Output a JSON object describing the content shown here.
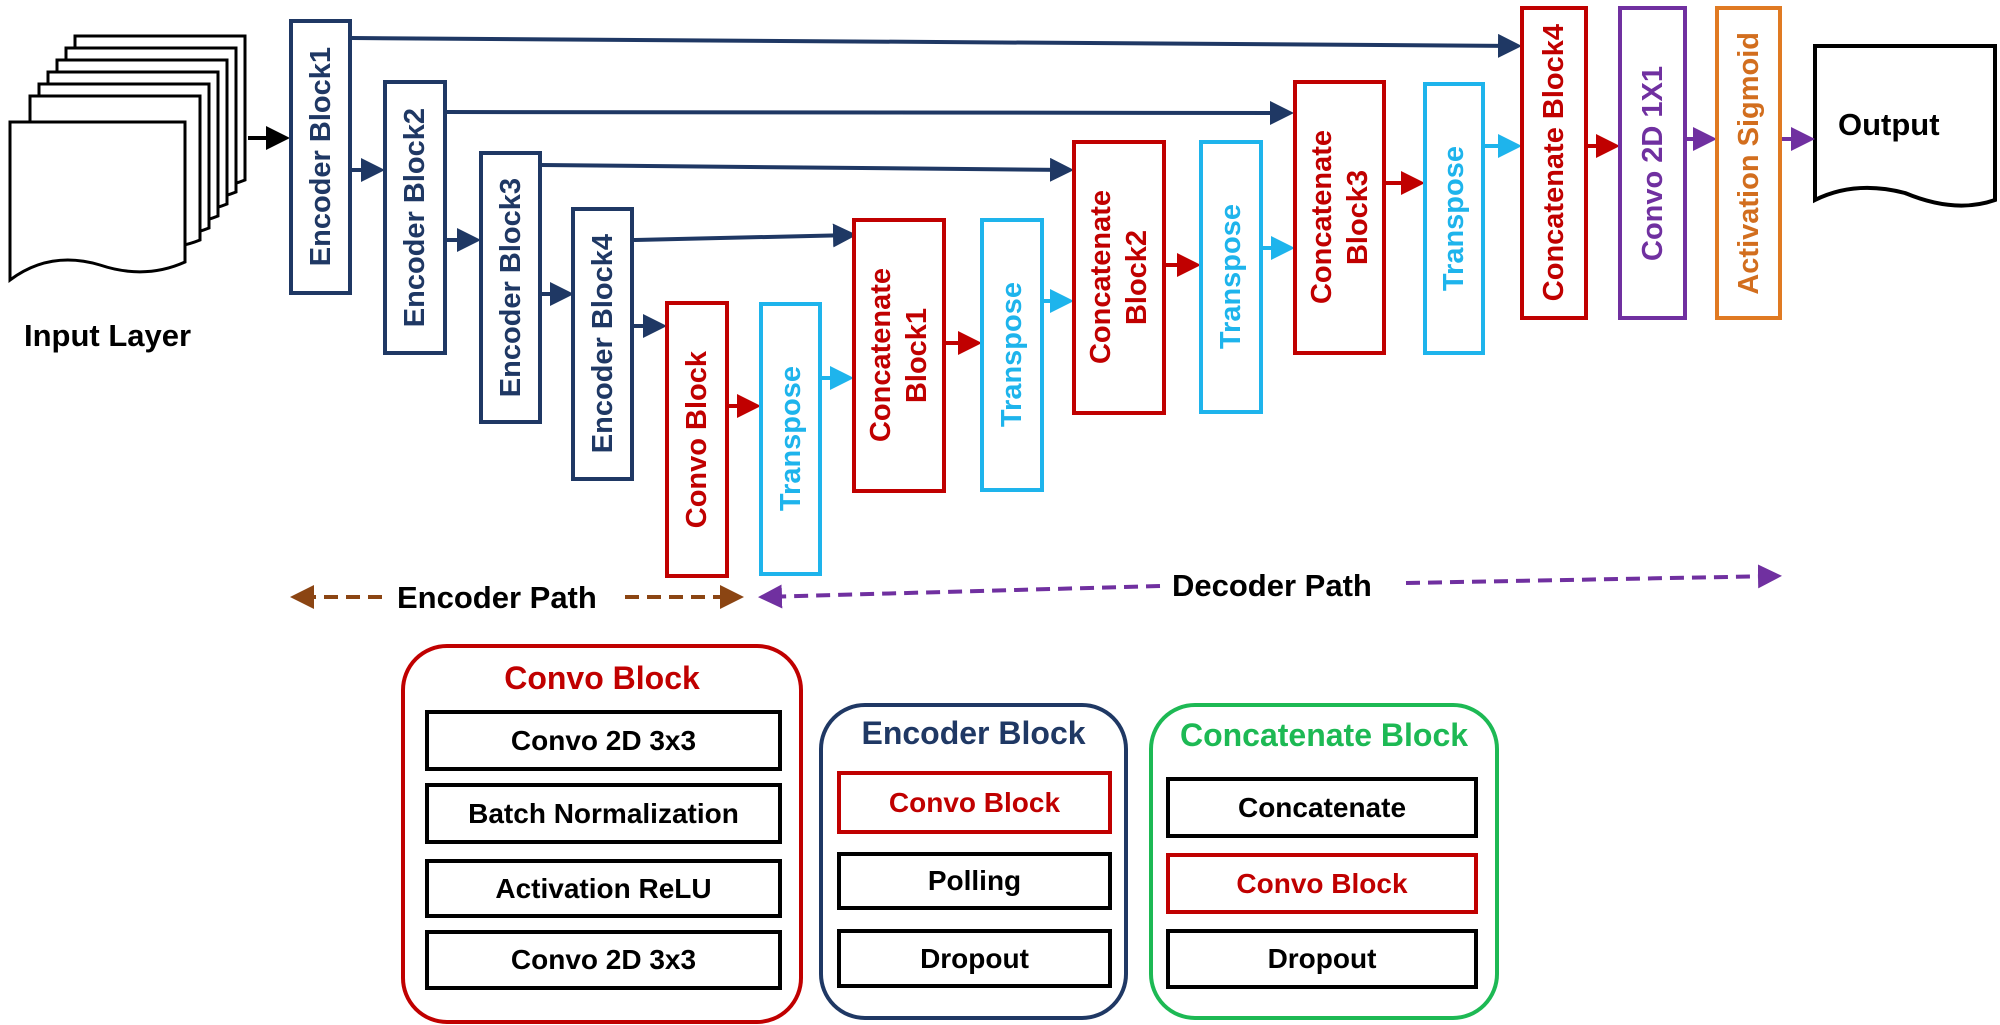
{
  "input_label": "Input Layer",
  "output_label": "Output",
  "encoder_blocks": [
    "Encoder Block1",
    "Encoder Block2",
    "Encoder Block3",
    "Encoder Block4"
  ],
  "bottleneck_label": "Convo Block",
  "transpose_label": "Transpose",
  "concat_blocks": [
    "Concatenate\nBlock1",
    "Concatenate\nBlock2",
    "Concatenate\nBlock3",
    "Concatenate Block4"
  ],
  "final_conv_label": "Convo 2D 1X1",
  "activation_label": "Activation Sigmoid",
  "encoder_path_label": "Encoder Path",
  "decoder_path_label": "Decoder Path",
  "legend": {
    "convo_block": {
      "title": "Convo Block",
      "rows": [
        "Convo 2D 3x3",
        "Batch Normalization",
        "Activation ReLU",
        "Convo 2D 3x3"
      ]
    },
    "encoder_block": {
      "title": "Encoder Block",
      "rows": [
        "Convo Block",
        "Polling",
        "Dropout"
      ]
    },
    "concatenate_block": {
      "title": "Concatenate Block",
      "rows": [
        "Concatenate",
        "Convo Block",
        "Dropout"
      ]
    }
  },
  "colors": {
    "encoder": "#1f3864",
    "convo": "#c00000",
    "transpose": "#1eb4ec",
    "final_conv": "#7030a0",
    "activation": "#e07a22",
    "concat_legend": "#1db954",
    "encoder_path_arrow": "#8b4513",
    "decoder_path_arrow": "#7030a0"
  }
}
